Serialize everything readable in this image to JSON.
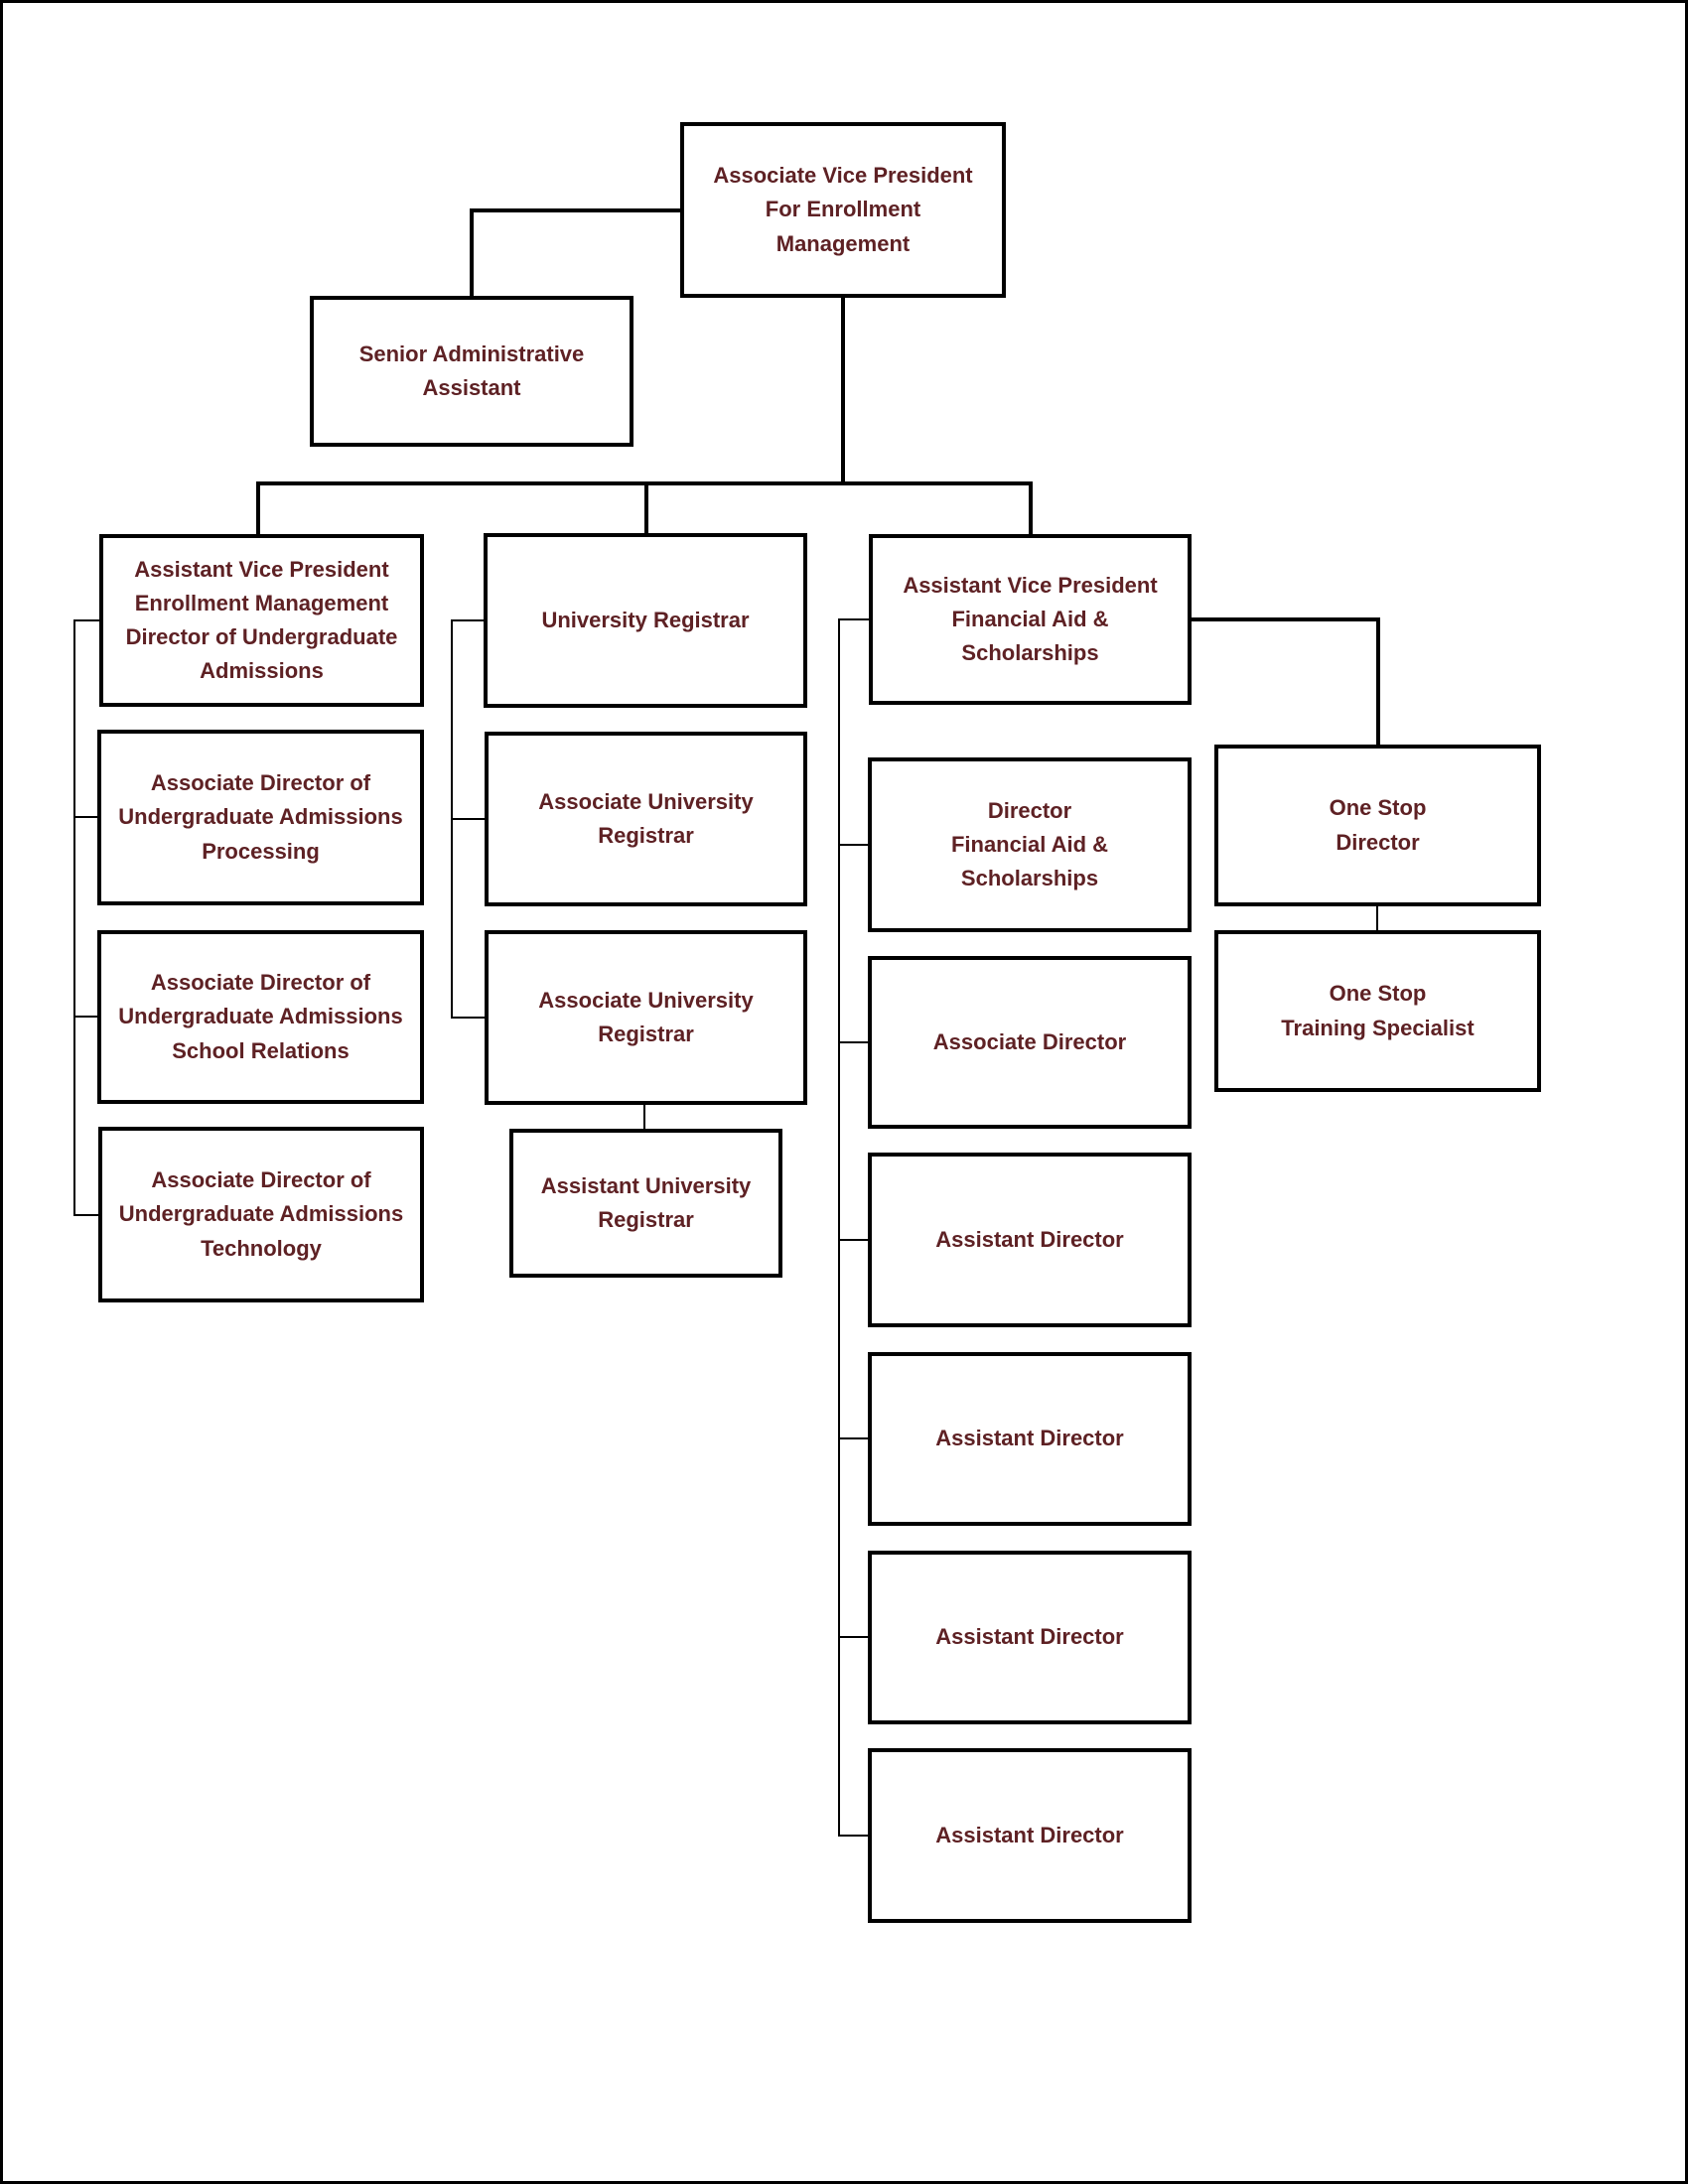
{
  "colors": {
    "maroon_text": "#5E2124",
    "line_black": "#000000",
    "page_bg": "#FFFFFF"
  },
  "nodes": {
    "avp_enrollment": {
      "label": "Associate Vice President\nFor Enrollment\nManagement"
    },
    "senior_admin_assistant": {
      "label": "Senior Administrative\nAssistant"
    },
    "avp_em_dir_ug_admissions": {
      "label": "Assistant Vice President\nEnrollment Management\nDirector of Undergraduate\nAdmissions"
    },
    "assoc_dir_ug_processing": {
      "label": "Associate Director of\nUndergraduate Admissions\nProcessing"
    },
    "assoc_dir_ug_school_relations": {
      "label": "Associate Director of\nUndergraduate Admissions\nSchool Relations"
    },
    "assoc_dir_ug_technology": {
      "label": "Associate Director of\nUndergraduate Admissions\nTechnology"
    },
    "university_registrar": {
      "label": "University Registrar"
    },
    "assoc_univ_registrar_1": {
      "label": "Associate University\nRegistrar"
    },
    "assoc_univ_registrar_2": {
      "label": "Associate University\nRegistrar"
    },
    "asst_univ_registrar": {
      "label": "Assistant University\nRegistrar"
    },
    "avp_financial_aid": {
      "label": "Assistant Vice President\nFinancial Aid &\nScholarships"
    },
    "dir_financial_aid": {
      "label": "Director\nFinancial Aid &\nScholarships"
    },
    "assoc_dir_financial_aid": {
      "label": "Associate Director"
    },
    "asst_dir_1": {
      "label": "Assistant Director"
    },
    "asst_dir_2": {
      "label": "Assistant Director"
    },
    "asst_dir_3": {
      "label": "Assistant Director"
    },
    "asst_dir_4": {
      "label": "Assistant Director"
    },
    "one_stop_director": {
      "label": "One Stop\nDirector"
    },
    "one_stop_training_specialist": {
      "label": "One Stop\nTraining Specialist"
    }
  },
  "hierarchy": {
    "avp_enrollment": [
      "senior_admin_assistant",
      "avp_em_dir_ug_admissions",
      "university_registrar",
      "avp_financial_aid"
    ],
    "avp_em_dir_ug_admissions": [
      "assoc_dir_ug_processing",
      "assoc_dir_ug_school_relations",
      "assoc_dir_ug_technology"
    ],
    "university_registrar": [
      "assoc_univ_registrar_1",
      "assoc_univ_registrar_2"
    ],
    "assoc_univ_registrar_2": [
      "asst_univ_registrar"
    ],
    "avp_financial_aid": [
      "dir_financial_aid",
      "assoc_dir_financial_aid",
      "asst_dir_1",
      "asst_dir_2",
      "asst_dir_3",
      "asst_dir_4",
      "one_stop_director"
    ],
    "one_stop_director": [
      "one_stop_training_specialist"
    ]
  }
}
